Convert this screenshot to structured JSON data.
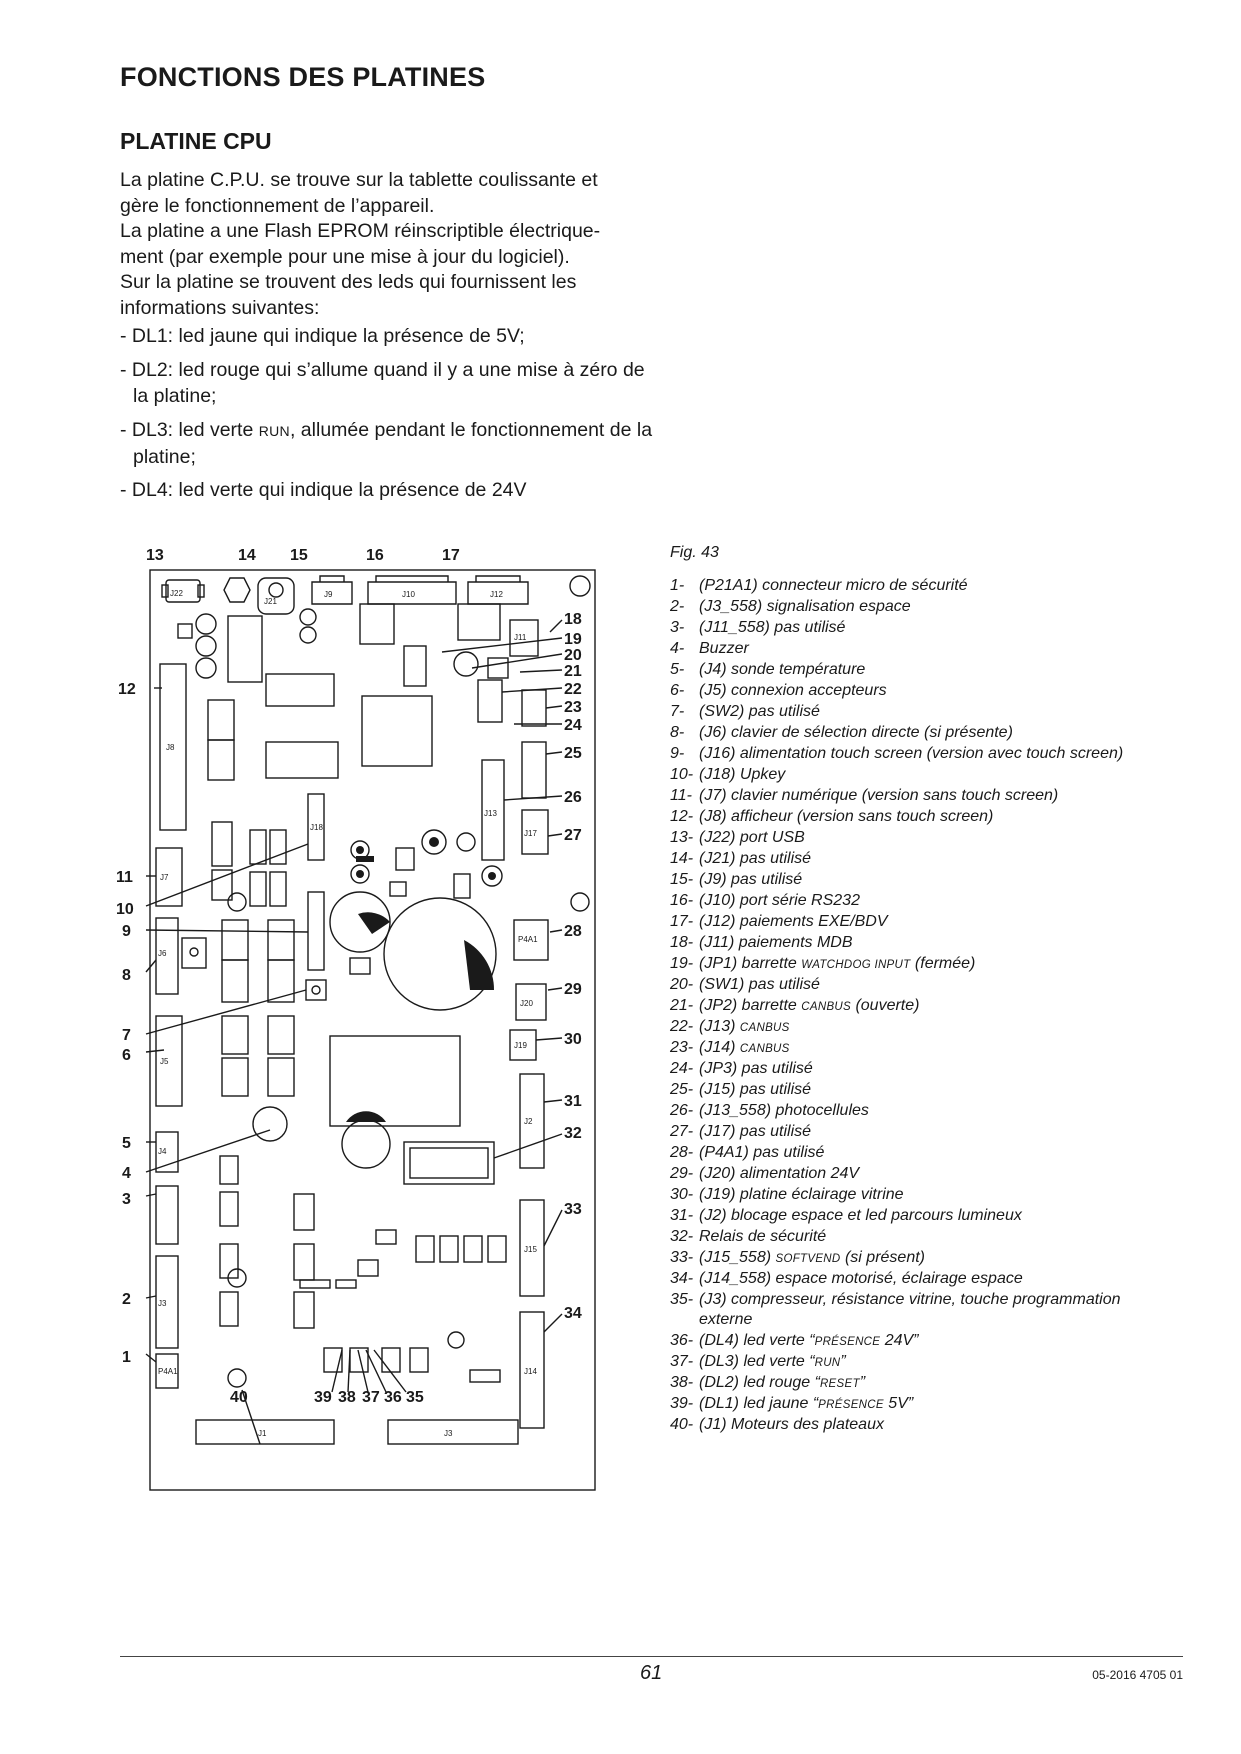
{
  "header": {
    "title": "FONCTIONS DES PLATINES",
    "section_title": "PLATINE CPU"
  },
  "intro": [
    "La platine C.P.U. se trouve sur la tablette coulissante et gère le fonctionnement de l’appareil.",
    "La platine a une Flash EPROM réinscriptible électrique-ment (par exemple pour une mise à jour du logiciel).",
    "Sur la platine se trouvent des leds qui fournissent les informations suivantes:"
  ],
  "leds": [
    {
      "before": "- DL1: led jaune qui indique la présence de 5V;",
      "sc": "",
      "after": ""
    },
    {
      "before": "- DL2: led rouge qui s’allume quand il y a une mise à zéro de la platine;",
      "sc": "",
      "after": ""
    },
    {
      "before": "- DL3: led verte ",
      "sc": "RUN",
      "after": ", allumée pendant le fonctionnement de la platine;"
    },
    {
      "before": "- DL4: led verte qui indique la présence de 24V",
      "sc": "",
      "after": ""
    }
  ],
  "figure": {
    "label": "Fig. 43",
    "callouts": [
      "1",
      "2",
      "3",
      "4",
      "5",
      "6",
      "7",
      "8",
      "9",
      "10",
      "11",
      "12",
      "13",
      "14",
      "15",
      "16",
      "17",
      "18",
      "19",
      "20",
      "21",
      "22",
      "23",
      "24",
      "25",
      "26",
      "27",
      "28",
      "29",
      "30",
      "31",
      "32",
      "33",
      "34",
      "35",
      "36",
      "37",
      "38",
      "39",
      "40"
    ],
    "silkscreen": [
      "J22",
      "J21",
      "J9",
      "J10",
      "J12",
      "J11",
      "J8",
      "J7",
      "J18",
      "J6",
      "J5",
      "J4",
      "J3",
      "P4A1",
      "J1",
      "J13",
      "J17",
      "P4A1",
      "J20",
      "J19",
      "J2",
      "J15",
      "J14",
      "J3"
    ]
  },
  "legend": [
    {
      "num": "1-",
      "text": "(P21A1) connecteur micro de sécurité",
      "sc": "",
      "after": ""
    },
    {
      "num": "2-",
      "text": "(J3_558) signalisation espace",
      "sc": "",
      "after": ""
    },
    {
      "num": "3-",
      "text": "(J11_558) pas utilisé",
      "sc": "",
      "after": ""
    },
    {
      "num": "4-",
      "text": "Buzzer",
      "sc": "",
      "after": ""
    },
    {
      "num": "5-",
      "text": "(J4) sonde température",
      "sc": "",
      "after": ""
    },
    {
      "num": "6-",
      "text": "(J5) connexion accepteurs",
      "sc": "",
      "after": ""
    },
    {
      "num": "7-",
      "text": "(SW2) pas utilisé",
      "sc": "",
      "after": ""
    },
    {
      "num": "8-",
      "text": "(J6) clavier de sélection directe (si présente)",
      "sc": "",
      "after": ""
    },
    {
      "num": "9-",
      "text": "(J16) alimentation touch screen (version avec touch screen)",
      "sc": "",
      "after": ""
    },
    {
      "num": "10-",
      "text": "(J18) Upkey",
      "sc": "",
      "after": ""
    },
    {
      "num": "11-",
      "text": "(J7) clavier numérique (version sans touch screen)",
      "sc": "",
      "after": ""
    },
    {
      "num": "12-",
      "text": "(J8) afficheur (version sans touch screen)",
      "sc": "",
      "after": ""
    },
    {
      "num": "13-",
      "text": "(J22) port USB",
      "sc": "",
      "after": ""
    },
    {
      "num": "14-",
      "text": "(J21) pas utilisé",
      "sc": "",
      "after": ""
    },
    {
      "num": "15-",
      "text": "(J9) pas utilisé",
      "sc": "",
      "after": ""
    },
    {
      "num": "16-",
      "text": "(J10) port série RS232",
      "sc": "",
      "after": ""
    },
    {
      "num": "17-",
      "text": "(J12) paiements EXE/BDV",
      "sc": "",
      "after": ""
    },
    {
      "num": "18-",
      "text": "(J11) paiements MDB",
      "sc": "",
      "after": ""
    },
    {
      "num": "19-",
      "text": "(JP1) barrette ",
      "sc": "WATCHDOG INPUT",
      "after": " (fermée)"
    },
    {
      "num": "20-",
      "text": "(SW1) pas utilisé",
      "sc": "",
      "after": ""
    },
    {
      "num": "21-",
      "text": "(JP2) barrette ",
      "sc": "CANBUS",
      "after": " (ouverte)"
    },
    {
      "num": "22-",
      "text": "(J13) ",
      "sc": "CANBUS",
      "after": ""
    },
    {
      "num": "23-",
      "text": "(J14) ",
      "sc": "CANBUS",
      "after": ""
    },
    {
      "num": "24-",
      "text": "(JP3) pas utilisé",
      "sc": "",
      "after": ""
    },
    {
      "num": "25-",
      "text": "(J15) pas utilisé",
      "sc": "",
      "after": ""
    },
    {
      "num": "26-",
      "text": "(J13_558) photocellules",
      "sc": "",
      "after": ""
    },
    {
      "num": "27-",
      "text": "(J17) pas utilisé",
      "sc": "",
      "after": ""
    },
    {
      "num": "28-",
      "text": "(P4A1) pas utilisé",
      "sc": "",
      "after": ""
    },
    {
      "num": "29-",
      "text": "(J20) alimentation 24V",
      "sc": "",
      "after": ""
    },
    {
      "num": "30-",
      "text": "(J19) platine éclairage vitrine",
      "sc": "",
      "after": ""
    },
    {
      "num": "31-",
      "text": "(J2) blocage espace et led parcours lumineux",
      "sc": "",
      "after": ""
    },
    {
      "num": "32-",
      "text": "Relais de sécurité",
      "sc": "",
      "after": ""
    },
    {
      "num": "33-",
      "text": "(J15_558) ",
      "sc": "SOFTVEND",
      "after": " (si présent)"
    },
    {
      "num": "34-",
      "text": "(J14_558) espace motorisé, éclairage espace",
      "sc": "",
      "after": ""
    },
    {
      "num": "35-",
      "text": "(J3) compresseur, résistance vitrine, touche programmation externe",
      "sc": "",
      "after": ""
    },
    {
      "num": "36-",
      "text": "(DL4) led verte “",
      "sc": "PRÉSENCE",
      "after": " 24V”"
    },
    {
      "num": "37-",
      "text": "(DL3)  led verte “",
      "sc": "RUN",
      "after": "”"
    },
    {
      "num": "38-",
      "text": "(DL2) led rouge “",
      "sc": "RESET",
      "after": "”"
    },
    {
      "num": "39-",
      "text": "(DL1) led jaune “",
      "sc": "PRÉSENCE",
      "after": " 5V”"
    },
    {
      "num": "40-",
      "text": "(J1) Moteurs des plateaux",
      "sc": "",
      "after": ""
    }
  ],
  "footer": {
    "page_number": "61",
    "doc_ref": "05-2016 4705 01"
  }
}
